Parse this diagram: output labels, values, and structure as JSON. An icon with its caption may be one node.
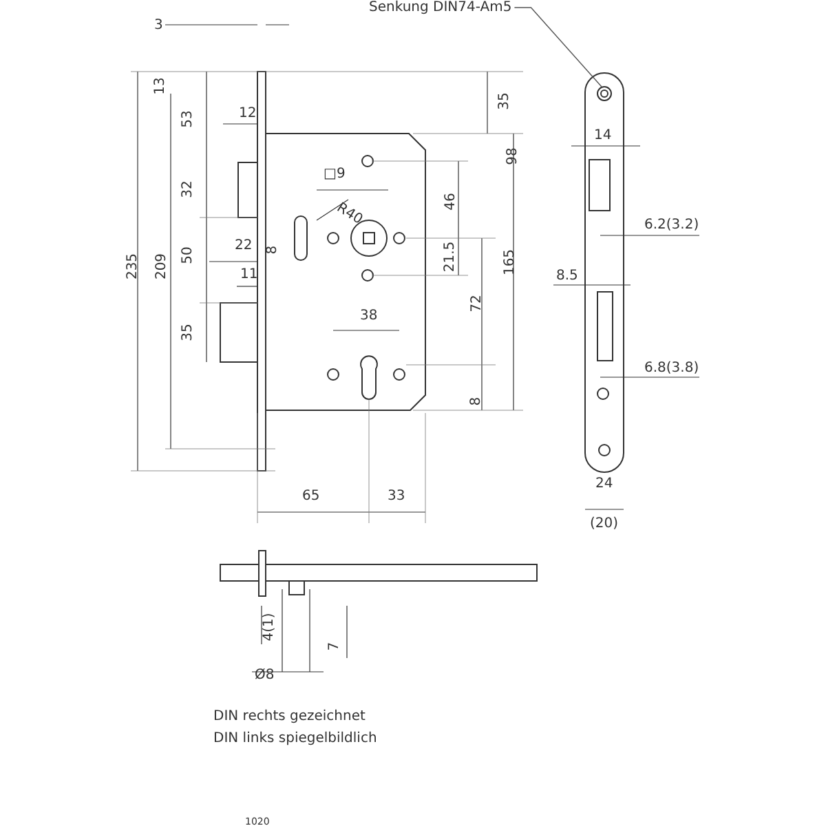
{
  "diagram": {
    "nodes": [
      {
        "text": [
          "Senkung DIN74-Am5"
        ]
      },
      {
        "text": [],
        "shape": "circle"
      }
    ],
    "edges": [
      {
        "from": 0,
        "to": 1,
        "arrow": "none"
      }
    ],
    "labels": [
      "3",
      "13",
      "35",
      "12",
      "53",
      "98",
      "□9",
      "46",
      "R40",
      "32",
      "8",
      "22",
      "21.5",
      "209",
      "235",
      "50",
      "165",
      "11",
      "72",
      "38",
      "35",
      "8",
      "65",
      "33",
      "14",
      "6.2(3.2)",
      "8.5",
      "6.8(3.8)",
      "24",
      "(20)",
      "4(1)",
      "7",
      "Ø8",
      "DIN rechts gezeichnet",
      "DIN links spiegelbildlich",
      "1020"
    ]
  }
}
